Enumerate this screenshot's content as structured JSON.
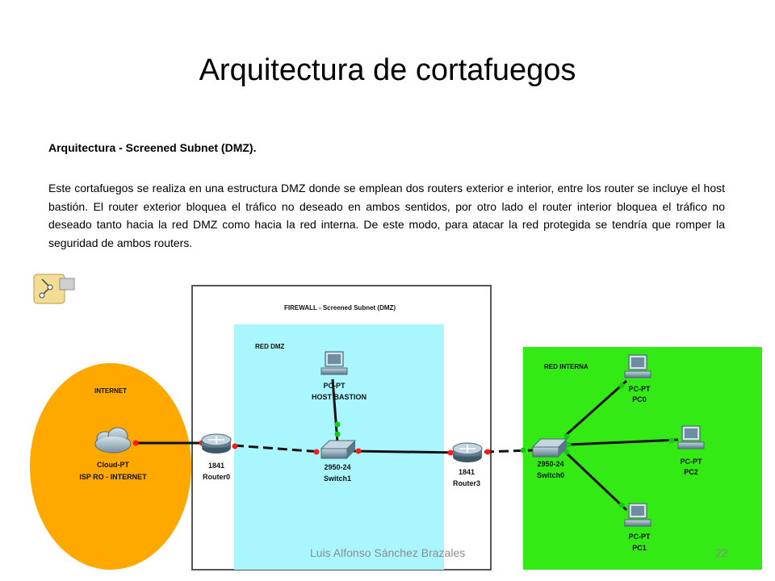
{
  "slide": {
    "title": "Arquitectura de cortafuegos",
    "subtitle": "Arquitectura - Screened Subnet (DMZ).",
    "body": "Este cortafuegos se realiza en una estructura DMZ donde se emplean dos routers exterior e interior, entre los router se incluye el host bastión. El router exterior bloquea el tráfico no deseado en ambos sentidos, por otro lado el router interior bloquea el tráfico no deseado tanto hacia la red DMZ como hacia la red interna. De este modo, para atacar la red protegida se tendría que romper la seguridad de ambos routers.",
    "footer_author": "Luis Alfonso Sánchez Brazales",
    "page_number": "22"
  },
  "diagram": {
    "firewall_label": "FIREWALL - Screened Subnet (DMZ)",
    "dmz_label": "RED DMZ",
    "internet_label": "INTERNET",
    "internal_label": "RED INTERNA",
    "cloud": {
      "type": "Cloud-PT",
      "name": "ISP RO - INTERNET"
    },
    "router0": {
      "model": "1841",
      "name": "Router0"
    },
    "router3": {
      "model": "1841",
      "name": "Router3"
    },
    "switch1": {
      "model": "2950-24",
      "name": "Switch1"
    },
    "switch0": {
      "model": "2950-24",
      "name": "Switch0"
    },
    "host_bastion": {
      "type": "PC-PT",
      "name": "HOST BASTION"
    },
    "pc0": {
      "type": "PC-PT",
      "name": "PC0"
    },
    "pc2": {
      "type": "PC-PT",
      "name": "PC2"
    },
    "pc1": {
      "type": "PC-PT",
      "name": "PC1"
    }
  },
  "colors": {
    "internet_zone": "#ffa800",
    "dmz_zone": "#aaf6ff",
    "internal_zone": "#33ea15",
    "link_endpoint_red": "#ff1a1a",
    "link_endpoint_green": "#18c818"
  }
}
